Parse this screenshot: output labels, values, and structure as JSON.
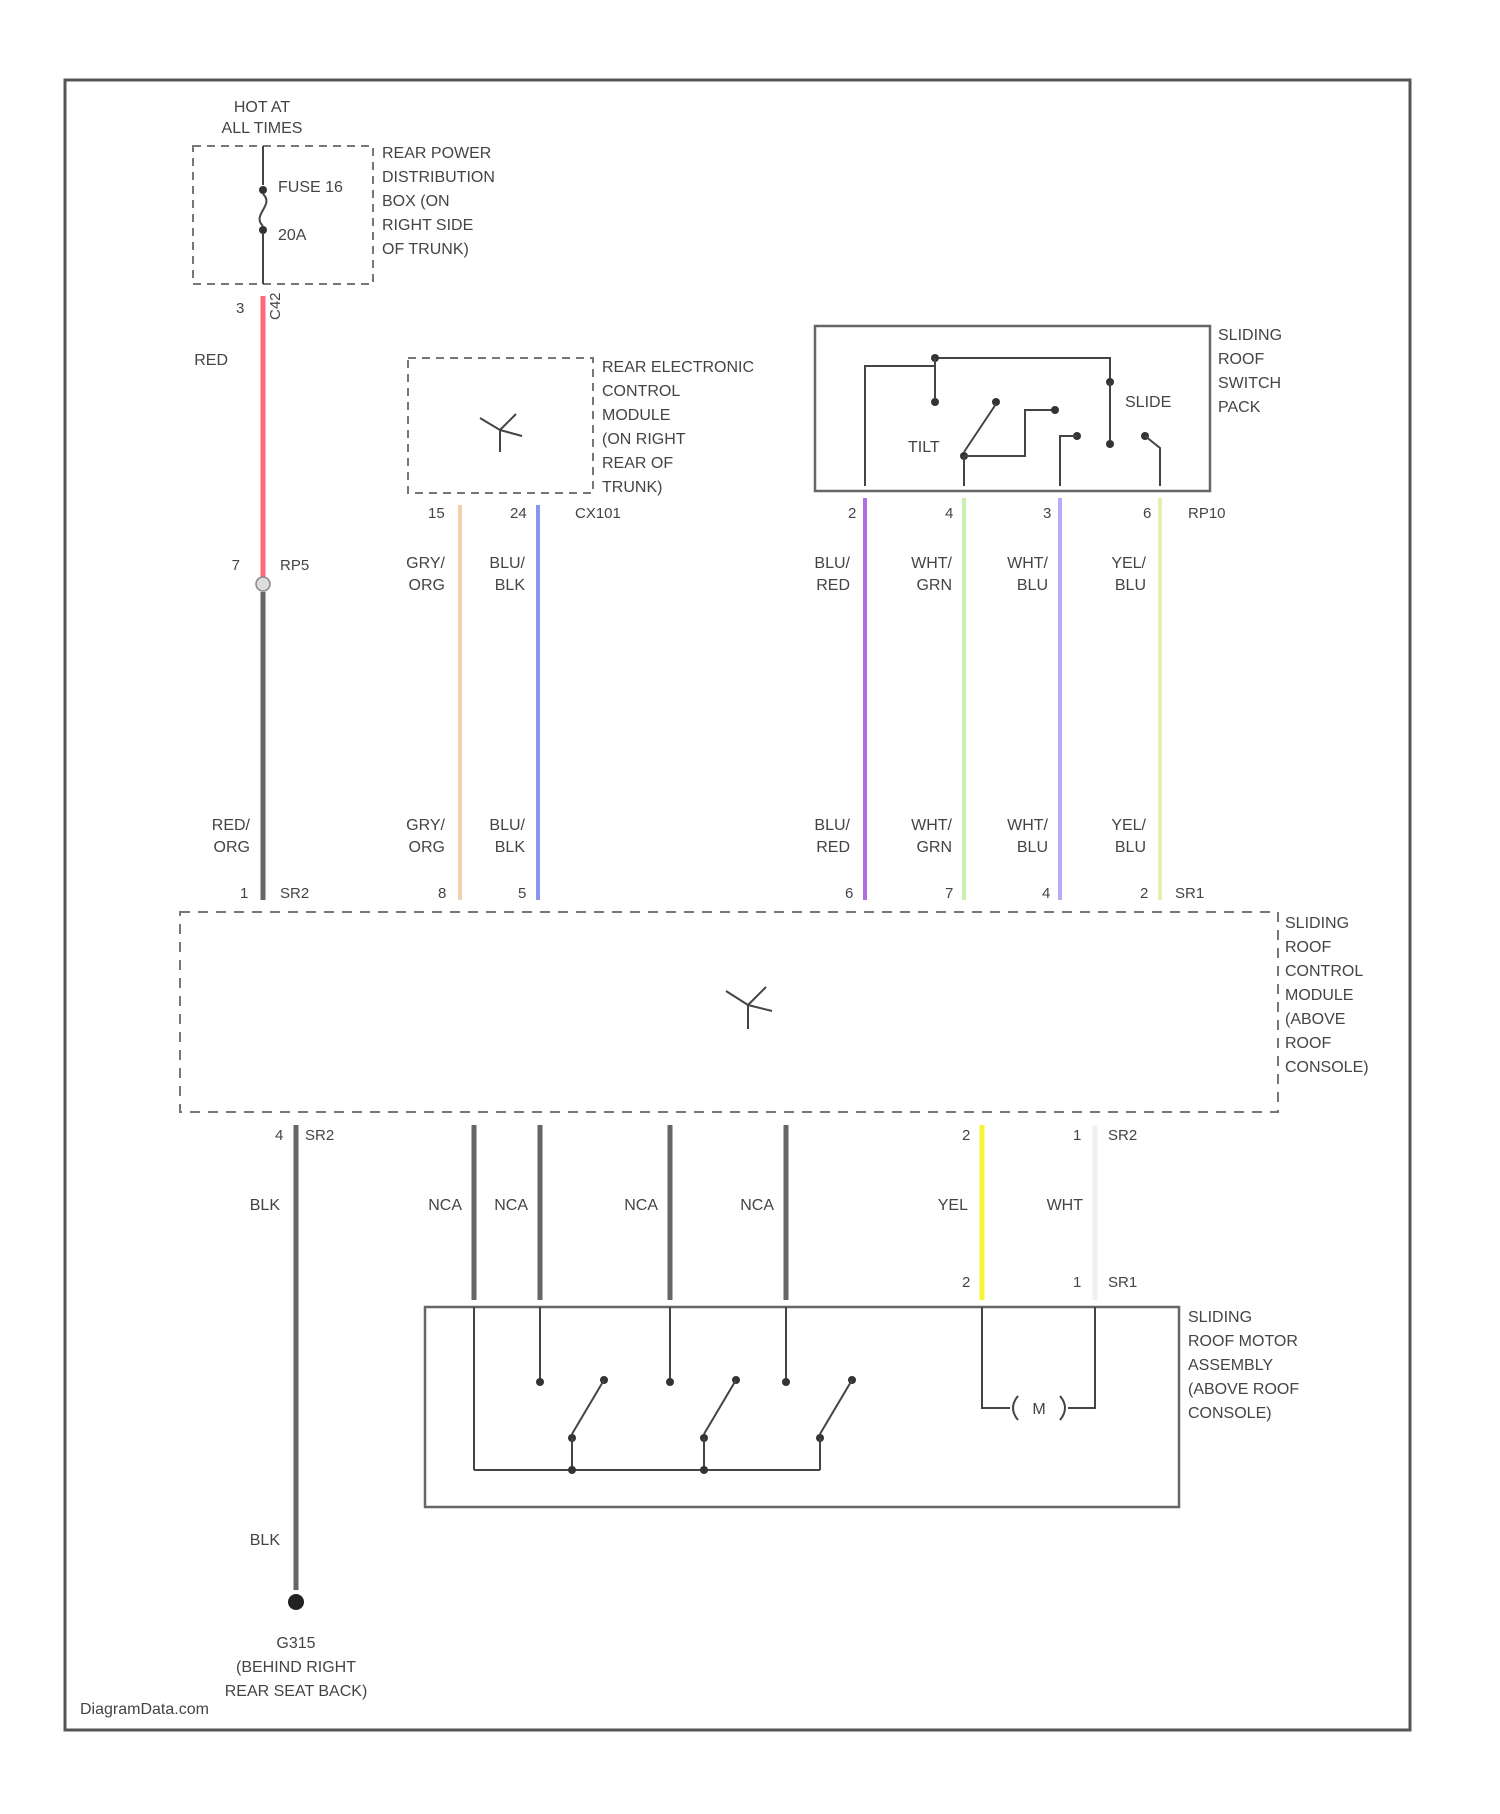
{
  "fuse_block": {
    "hot": [
      "HOT AT",
      "ALL TIMES"
    ],
    "fuse": "FUSE 16",
    "amps": "20A",
    "desc": [
      "REAR POWER",
      "DISTRIBUTION",
      "BOX (ON",
      "RIGHT SIDE",
      "OF TRUNK)"
    ],
    "pin": "3",
    "conn": "C42"
  },
  "rem": {
    "desc": [
      "REAR ELECTRONIC",
      "CONTROL",
      "MODULE",
      "(ON RIGHT",
      "REAR OF",
      "TRUNK)"
    ],
    "pin_a": "15",
    "pin_b": "24",
    "conn": "CX101"
  },
  "switch_pack": {
    "desc": [
      "SLIDING",
      "ROOF",
      "SWITCH",
      "PACK"
    ],
    "slide": "SLIDE",
    "tilt": "TILT",
    "pins": [
      "2",
      "4",
      "3",
      "6"
    ],
    "conn": "RP10"
  },
  "wires_upper": {
    "red": "RED",
    "splice_pin": "7",
    "splice_conn": "RP5",
    "red_org": [
      "RED/",
      "ORG"
    ],
    "gry_org": [
      "GRY/",
      "ORG"
    ],
    "blu_blk": [
      "BLU/",
      "BLK"
    ],
    "blu_red": [
      "BLU/",
      "RED"
    ],
    "wht_grn": [
      "WHT/",
      "GRN"
    ],
    "wht_blu": [
      "WHT/",
      "BLU"
    ],
    "yel_blu": [
      "YEL/",
      "BLU"
    ]
  },
  "control_module": {
    "desc": [
      "SLIDING",
      "ROOF",
      "CONTROL",
      "MODULE",
      "(ABOVE",
      "ROOF",
      "CONSOLE)"
    ],
    "top_pins": [
      "1",
      "8",
      "5",
      "6",
      "7",
      "4",
      "2"
    ],
    "top_conn_left": "SR2",
    "top_conn_right": "SR1",
    "bottom_pin": "4",
    "bottom_conn_left": "SR2",
    "bottom_pins_right": [
      "2",
      "1"
    ],
    "bottom_conn_right": "SR2"
  },
  "wires_lower": {
    "blk": "BLK",
    "nca": "NCA",
    "yel": "YEL",
    "wht": "WHT",
    "motor_pins": [
      "2",
      "1"
    ],
    "motor_conn": "SR1"
  },
  "motor": {
    "desc": [
      "SLIDING",
      "ROOF MOTOR",
      "ASSEMBLY",
      "(ABOVE ROOF",
      "CONSOLE)"
    ],
    "symbol": "M"
  },
  "ground": {
    "wire": "BLK",
    "id": "G315",
    "desc": [
      "(BEHIND RIGHT",
      "REAR SEAT BACK)"
    ]
  },
  "watermark": "DiagramData.com"
}
